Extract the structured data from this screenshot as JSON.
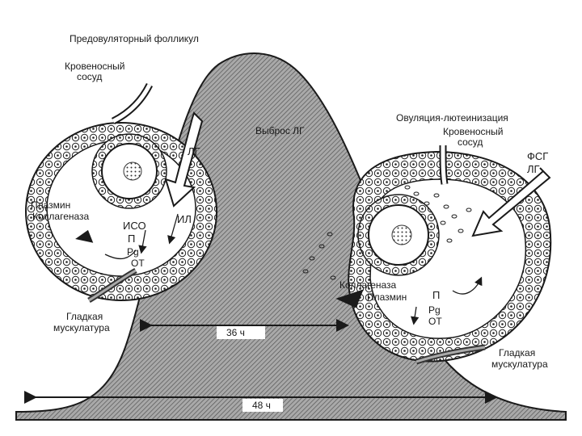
{
  "labels": {
    "preovulatory_follicle": "Предовуляторный фолликул",
    "blood_vessel_left": "Кровеносный сосуд",
    "blood_vessel_left_line1": "Кровеносный",
    "blood_vessel_left_line2": "сосуд",
    "lh_surge": "Выброс ЛГ",
    "ovulation_luteinization": "Овуляция-лютеинизация",
    "blood_vessel_right_line1": "Кровеносный",
    "blood_vessel_right_line2": "сосуд",
    "fsh": "ФСГ",
    "lh_right": "ЛГ",
    "lh_left": "ЛГ",
    "plasmin_left": "Плазмин",
    "collagenase_left": "Коллагеназа",
    "iso": "ИСО",
    "il": "ИЛ",
    "p_left": "П",
    "pg_left": "Pg",
    "ot_left": "ОТ",
    "collagenase_right": "Коллагеназа",
    "plasmin_right": "Плазмин",
    "p_right": "П",
    "pg_right": "Pg",
    "ot_right": "ОТ",
    "smooth_muscle_left_line1": "Гладкая",
    "smooth_muscle_left_line2": "мускулатура",
    "smooth_muscle_right_line1": "Гладкая",
    "smooth_muscle_right_line2": "мускулатура",
    "duration_36": "36 ч",
    "duration_48": "48 ч"
  },
  "colors": {
    "ink": "#1a1a1a",
    "hatch": "#8c8c8c",
    "background": "#ffffff"
  },
  "icons": {
    "follicle": "cell-cluster",
    "oocyte": "egg-cell",
    "arrow": "hormone-arrow"
  }
}
